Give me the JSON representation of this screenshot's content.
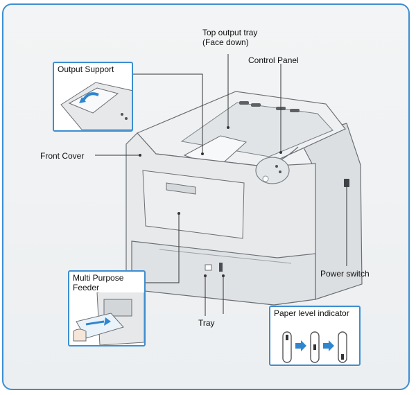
{
  "labels": {
    "top_output_tray_line1": "Top output tray",
    "top_output_tray_line2": "(Face down)",
    "control_panel": "Control Panel",
    "output_support": "Output Support",
    "front_cover": "Front Cover",
    "multi_purpose_feeder": "Multi Purpose Feeder",
    "tray": "Tray",
    "power_switch": "Power switch",
    "paper_level_indicator": "Paper level indicator"
  },
  "colors": {
    "frame_border": "#3c8ed1",
    "arrow_blue": "#2f86cf",
    "printer_body": "#e7e9eb",
    "outline": "#6b6f73"
  },
  "icons": {
    "paper_level_steps": [
      "full-gauge-icon",
      "half-gauge-icon",
      "empty-gauge-icon"
    ],
    "step_arrow": "right-arrow-icon"
  }
}
